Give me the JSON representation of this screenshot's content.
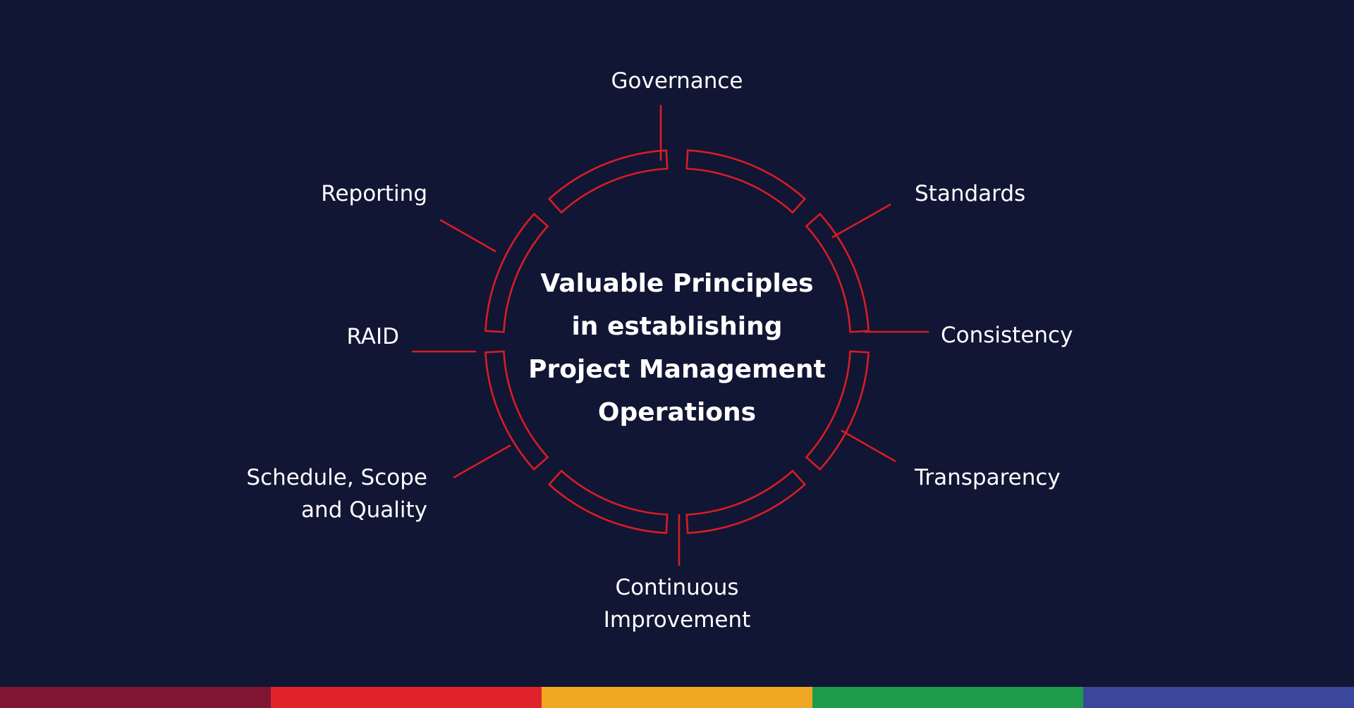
{
  "title_lines": [
    "Valuable Principles",
    "in establishing",
    "Project Management",
    "Operations"
  ],
  "principles": {
    "governance": [
      "Governance"
    ],
    "standards": [
      "Standards"
    ],
    "consistency": [
      "Consistency"
    ],
    "transparency": [
      "Transparency"
    ],
    "continuous_improvement": [
      "Continuous",
      "Improvement"
    ],
    "schedule_scope_quality": [
      "Schedule, Scope",
      "and Quality"
    ],
    "raid": [
      "RAID"
    ],
    "reporting": [
      "Reporting"
    ]
  },
  "colors": {
    "background": "#111634",
    "accent": "#d91c24",
    "text": "#ffffff",
    "bar": [
      "#7f1532",
      "#e0232a",
      "#f0a722",
      "#1f9b4c",
      "#3b479a"
    ]
  }
}
